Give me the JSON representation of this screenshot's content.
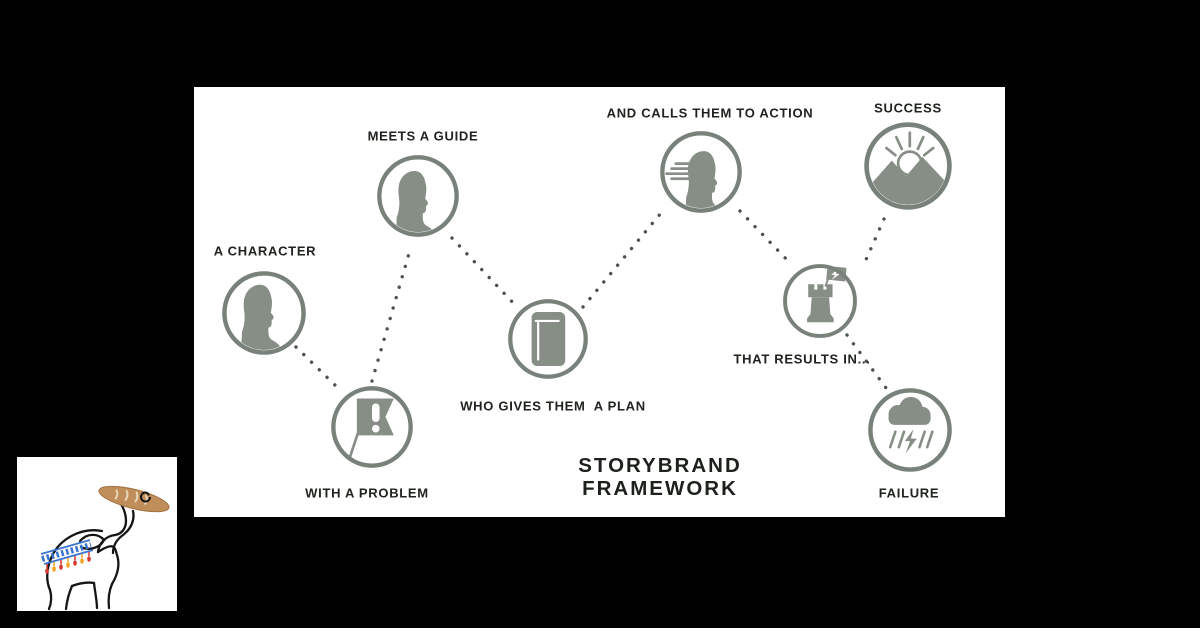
{
  "background_color": "#000000",
  "card": {
    "background_color": "#ffffff"
  },
  "diagram": {
    "title": {
      "line1": "STORYBRAND",
      "line2": "FRAMEWORK"
    },
    "steps": [
      {
        "label": "A CHARACTER",
        "icon": "person-profile-icon"
      },
      {
        "label": "WITH A PROBLEM",
        "icon": "problem-flag-icon"
      },
      {
        "label": "MEETS A GUIDE",
        "icon": "guide-profile-icon"
      },
      {
        "label": "WHO GIVES THEM  A PLAN",
        "icon": "plan-book-icon"
      },
      {
        "label": "AND CALLS THEM TO ACTION",
        "icon": "call-to-action-profile-icon"
      },
      {
        "label": "THAT RESULTS IN...",
        "icon": "castle-lightning-flag-icon"
      },
      {
        "label": "SUCCESS",
        "icon": "sunrise-mountains-icon"
      },
      {
        "label": "FAILURE",
        "icon": "storm-cloud-icon"
      }
    ]
  },
  "logo": {
    "name": "elephant-baguette-logo"
  },
  "colors": {
    "icon_fill": "#878e86",
    "circle_stroke": "#79827a",
    "connector_dot": "#4d524c",
    "label_text": "#20241e",
    "baguette_brown": "#bf8e5a",
    "blanket_blue": "#3b74d1",
    "tassel_red": "#d6392f",
    "tassel_yellow": "#f0a224"
  }
}
